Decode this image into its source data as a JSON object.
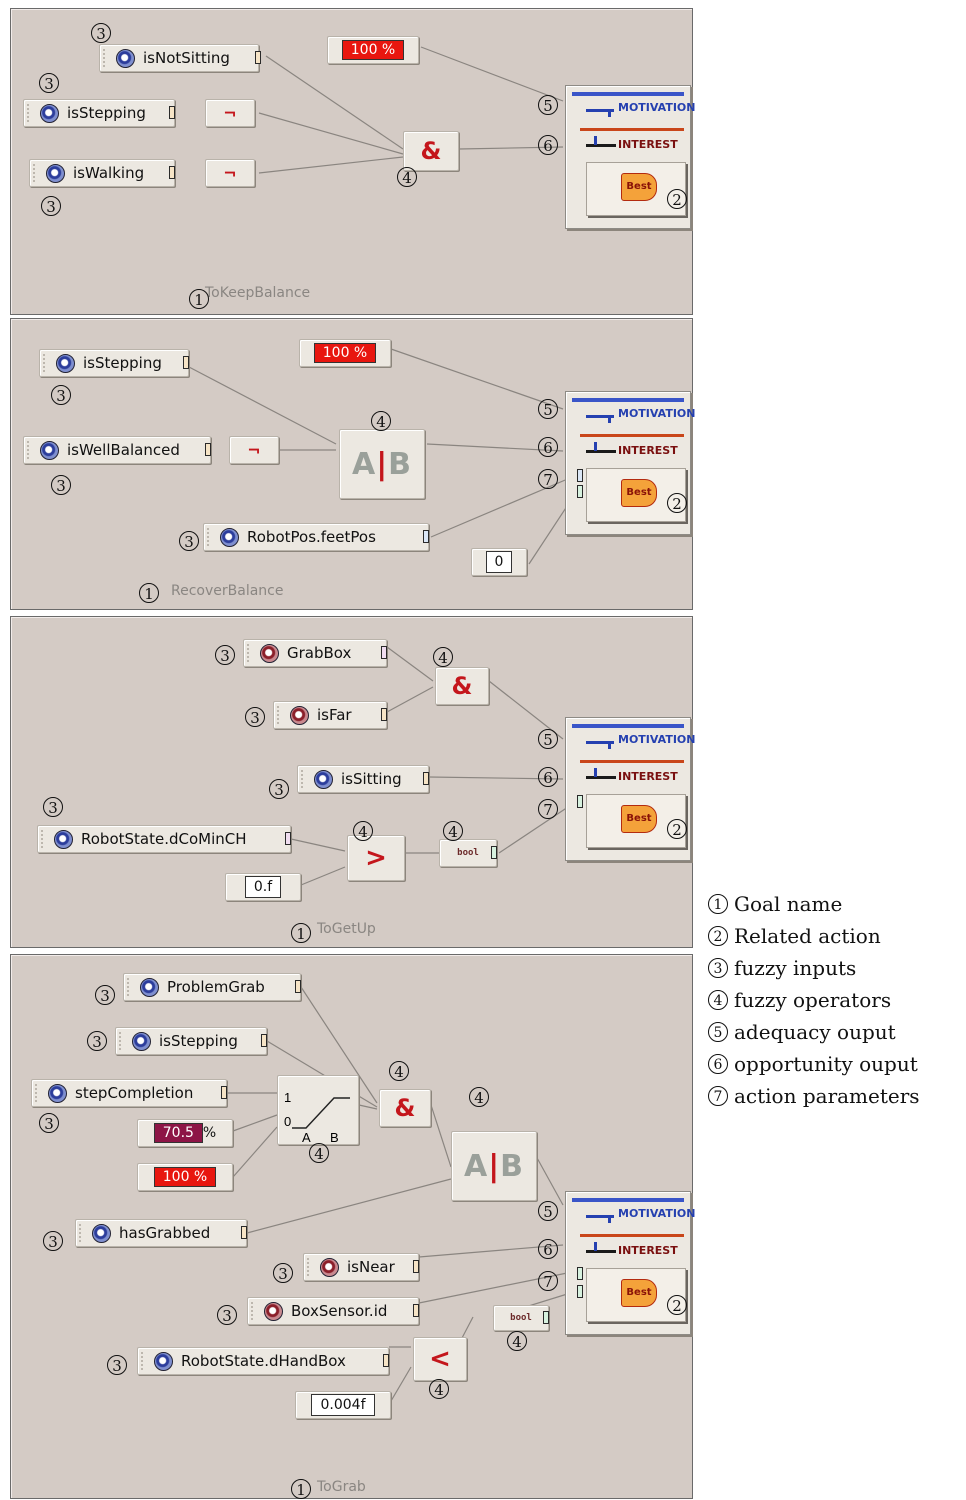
{
  "panels": [
    {
      "goal": "ToKeepBalance",
      "inputs": [
        "isNotSitting",
        "isStepping",
        "isWalking"
      ],
      "constants": [
        "100 %"
      ]
    },
    {
      "goal": "RecoverBalance",
      "inputs": [
        "isStepping",
        "isWellBalanced",
        "RobotPos.feetPos"
      ],
      "constants": [
        "100 %",
        "0"
      ]
    },
    {
      "goal": "ToGetUp",
      "inputs": [
        "GrabBox",
        "isFar",
        "isSitting",
        "RobotState.dCoMinCH"
      ],
      "constants": [
        "0.f"
      ]
    },
    {
      "goal": "ToGrab",
      "inputs": [
        "ProblemGrab",
        "isStepping",
        "stepCompletion",
        "hasGrabbed",
        "isNear",
        "BoxSensor.id",
        "RobotState.dHandBox"
      ],
      "constants": [
        "70.5",
        "%",
        "100 %",
        "0.004f"
      ]
    }
  ],
  "target": {
    "motivation": "MOTIVATION",
    "interest": "INTEREST",
    "best": "Best"
  },
  "ops": {
    "and": "&",
    "ab": "A|B",
    "gt": ">",
    "lt": "<",
    "bool": "bool",
    "ramp_one": "1",
    "ramp_zero": "0",
    "ramp_a": "A",
    "ramp_b": "B"
  },
  "markers": {
    "m1": "1",
    "m2": "2",
    "m3": "3",
    "m4": "4",
    "m5": "5",
    "m6": "6",
    "m7": "7"
  },
  "legend": [
    {
      "num": "1",
      "text": "Goal name"
    },
    {
      "num": "2",
      "text": "Related action"
    },
    {
      "num": "3",
      "text": "fuzzy inputs"
    },
    {
      "num": "4",
      "text": "fuzzy operators"
    },
    {
      "num": "5",
      "text": "adequacy ouput"
    },
    {
      "num": "6",
      "text": "opportunity ouput"
    },
    {
      "num": "7",
      "text": "action parameters"
    }
  ]
}
